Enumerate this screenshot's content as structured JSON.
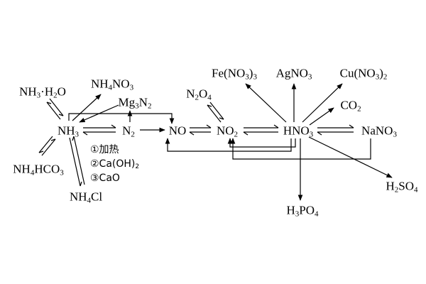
{
  "species": {
    "nh3_h2o": "NH3·H2O",
    "nh4no3": "NH4NO3",
    "mg3n2": "Mg3N2",
    "nh3": "NH3",
    "n2": "N2",
    "no": "NO",
    "no2": "NO2",
    "hno3": "HNO3",
    "nano3": "NaNO3",
    "n2o4": "N2O4",
    "fe_no3_3": "Fe(NO3)3",
    "agno3": "AgNO3",
    "cu_no3_2": "Cu(NO3)2",
    "co2": "CO2",
    "h2so4": "H2SO4",
    "h3po4": "H3PO4",
    "nh4hco3": "NH4HCO3",
    "nh4cl": "NH4Cl"
  },
  "conditions": [
    "①加热",
    "②Ca(OH)2",
    "③CaO"
  ],
  "colors": {
    "ink": "#000000",
    "background": "#ffffff"
  }
}
